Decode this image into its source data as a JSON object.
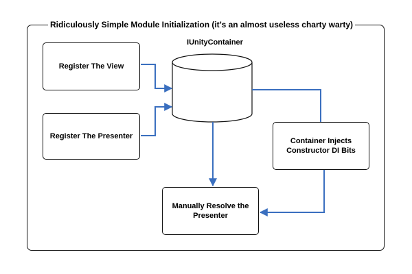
{
  "diagram": {
    "title": "Ridiculously Simple Module Initialization (it’s an almost useless charty warty)",
    "container": {
      "label": "IUnityContainer"
    },
    "nodes": {
      "register_view": "Register The View",
      "register_presenter": "Register The Presenter",
      "container_injects": "Container Injects Constructor DI Bits",
      "manual_resolve": "Manually Resolve the Presenter"
    },
    "edges": [
      {
        "from": "Register The View",
        "to": "IUnityContainer"
      },
      {
        "from": "Register The Presenter",
        "to": "IUnityContainer"
      },
      {
        "from": "IUnityContainer",
        "to": "Manually Resolve the Presenter"
      },
      {
        "from": "IUnityContainer",
        "to": "Container Injects Constructor DI Bits"
      },
      {
        "from": "Container Injects Constructor DI Bits",
        "to": "Manually Resolve the Presenter"
      }
    ],
    "colors": {
      "connector": "#3a6fbf",
      "border": "#111111",
      "text": "#000000",
      "background": "#ffffff"
    }
  }
}
